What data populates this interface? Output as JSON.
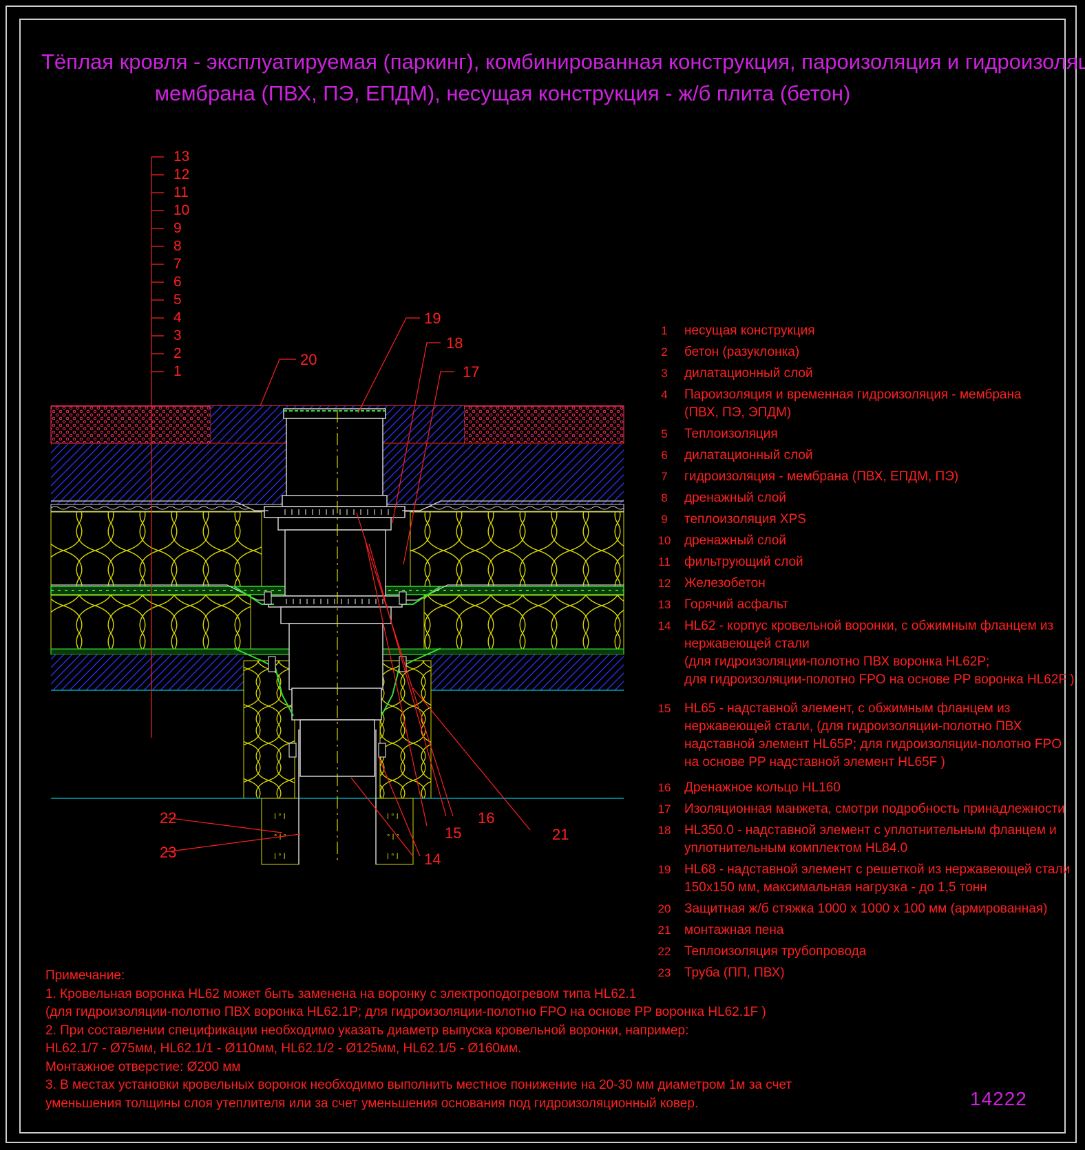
{
  "title": {
    "line1": "Тёплая кровля - эксплуатируемая (паркинг), комбинированная конструкция, пароизоляция и гидроизоляция -",
    "line2": "мембрана (ПВХ, ПЭ, ЕПДМ), несущая конструкция - ж/б плита (бетон)"
  },
  "scale_numbers": [
    "13",
    "12",
    "11",
    "10",
    "9",
    "8",
    "7",
    "6",
    "5",
    "4",
    "3",
    "2",
    "1"
  ],
  "callouts": [
    "19",
    "18",
    "17",
    "20",
    "16",
    "15",
    "14",
    "21",
    "22",
    "23"
  ],
  "legend": [
    {
      "num": "1",
      "text": "несущая конструкция"
    },
    {
      "num": "2",
      "text": "бетон (разуклонка)"
    },
    {
      "num": "3",
      "text": "дилатационный слой"
    },
    {
      "num": "4",
      "text": "Пароизоляция и временная гидроизоляция - мембрана\n(ПВХ, ПЭ, ЭПДМ)"
    },
    {
      "num": "5",
      "text": "Теплоизоляция"
    },
    {
      "num": "6",
      "text": "дилатационный слой"
    },
    {
      "num": "7",
      "text": "гидроизоляция - мембрана (ПВХ, ЕПДМ, ПЭ)"
    },
    {
      "num": "8",
      "text": "дренажный  слой"
    },
    {
      "num": "9",
      "text": "теплоизоляция XPS"
    },
    {
      "num": "10",
      "text": "дренажный  слой"
    },
    {
      "num": "11",
      "text": "фильтрующий слой"
    },
    {
      "num": "12",
      "text": "Железобетон"
    },
    {
      "num": "13",
      "text": "Горячий асфальт"
    },
    {
      "num": "14",
      "text": "HL62 - корпус кровельной воронки, с обжимным фланцем из\nнержавеющей стали\n(для гидроизоляции-полотно ПВХ  воронка HL62P;\nдля гидроизоляции-полотно FPO на основе PP воронка HL62F )"
    },
    {
      "num": "15",
      "text": "HL65 - надставной элемент, с обжимным фланцем из\nнержавеющей стали, (для гидроизоляции-полотно ПВХ\nнадставной элемент HL65P; для гидроизоляции-полотно FPO\nна основе  PP надставной элемент HL65F )"
    },
    {
      "num": "16",
      "text": "Дренажное кольцо HL160"
    },
    {
      "num": "17",
      "text": "Изоляционная  манжета, смотри подробность принадлежности"
    },
    {
      "num": "18",
      "text": "HL350.0 - надставной элемент с уплотнительным фланцем и\nуплотнительным комплектом HL84.0"
    },
    {
      "num": "19",
      "text": "HL68 - надставной элемент с решеткой из нержавеющей стали\n150x150 мм, максимальная нагрузка - до 1,5 тонн"
    },
    {
      "num": "20",
      "text": "Защитная ж/б стяжка 1000 x 1000 x 100 мм (армированная)"
    },
    {
      "num": "21",
      "text": "монтажная пена"
    },
    {
      "num": "22",
      "text": "Теплоизоляция трубопровода"
    },
    {
      "num": "23",
      "text": "Труба (ПП, ПВХ)"
    }
  ],
  "notes": [
    "Примечание:",
    "1. Кровельная воронка HL62 может быть заменена на воронку с электроподогревом типа HL62.1",
    "    (для гидроизоляции-полотно ПВХ  воронка HL62.1P; для гидроизоляции-полотно FPO на основе PP воронка HL62.1F )",
    "2. При составлении спецификации необходимо указать диаметр выпуска кровельной воронки, например:",
    "    HL62.1/7 - Ø75мм, HL62.1/1 - Ø110мм, HL62.1/2 - Ø125мм, HL62.1/5 - Ø160мм.",
    "    Монтажное отверстие: Ø200 мм",
    "3. В местах установки кровельных воронок необходимо выполнить местное понижение на 20-30 мм диаметром 1м за счет",
    "    уменьшения толщины слоя утеплителя или за счет уменьшения основания под гидроизоляционный ковер."
  ],
  "stamp": "14222",
  "colors": {
    "title": "#cc22dd",
    "text": "#ff2020",
    "insulation": "#d8d800",
    "concrete": "#2a35ff",
    "drain": "#33dd33",
    "asphalt": "#ff3060",
    "cyan": "#00c8d8",
    "frame": "#cfcfcf"
  }
}
